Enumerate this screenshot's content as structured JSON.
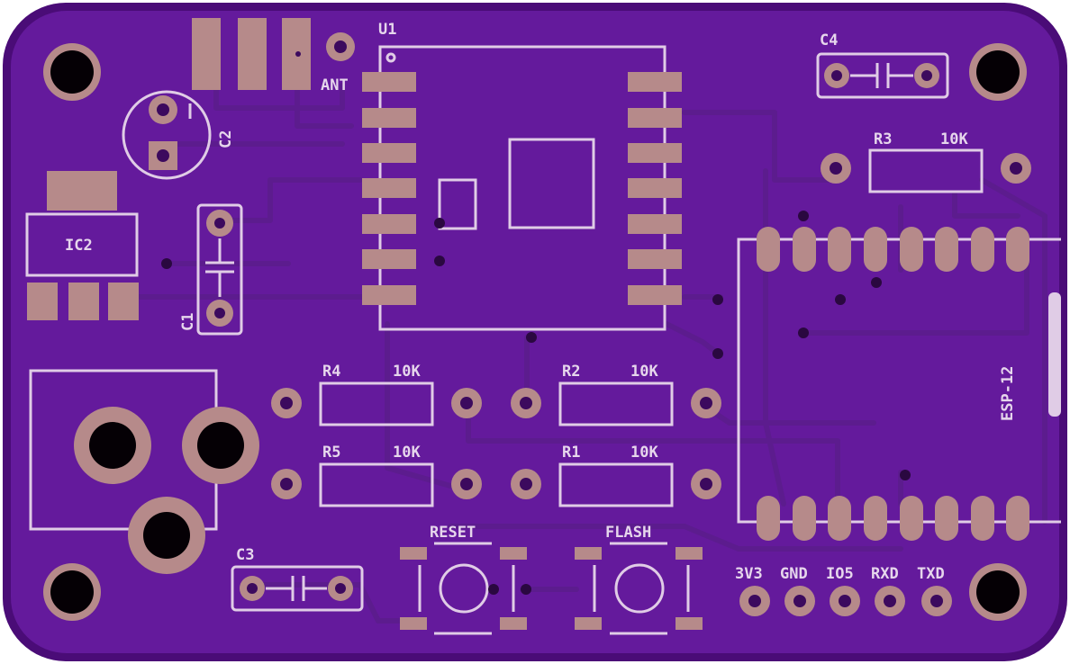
{
  "board": {
    "colors": {
      "board_edge": "#4a0c77",
      "board_fill": "#641a9c",
      "copper_trace": "#5c1c8e",
      "pad": "#b68a8a",
      "silkscreen": "#e0cce6",
      "hole": "#050005"
    }
  },
  "labels": {
    "u1": "U1",
    "ant": "ANT",
    "c1": "C1",
    "c2": "C2",
    "c3": "C3",
    "c4": "C4",
    "ic2": "IC2",
    "r1": "R1",
    "r2": "R2",
    "r3": "R3",
    "r4": "R4",
    "r5": "R5",
    "r1_value": "10K",
    "r2_value": "10K",
    "r3_value": "10K",
    "r4_value": "10K",
    "r5_value": "10K",
    "esp12": "ESP-12",
    "reset": "RESET",
    "flash": "FLASH",
    "pin_3v3": "3V3",
    "pin_gnd": "GND",
    "pin_io5": "IO5",
    "pin_rxd": "RXD",
    "pin_txd": "TXD"
  }
}
